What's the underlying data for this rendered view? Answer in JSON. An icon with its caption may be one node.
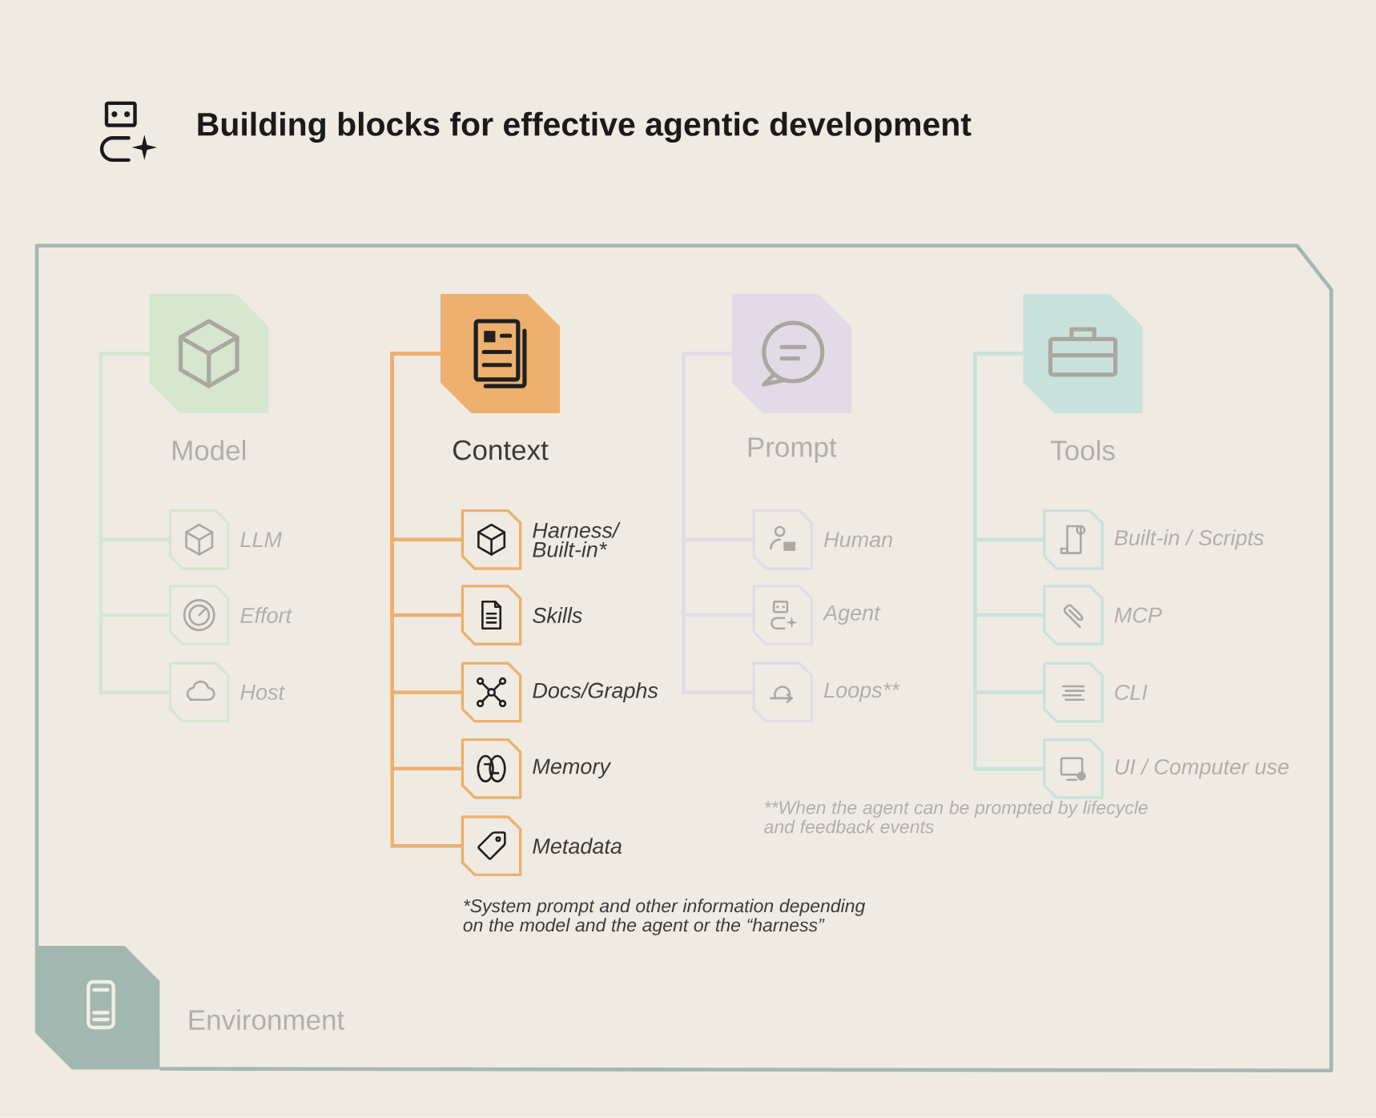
{
  "diagram": {
    "title": "Building blocks for effective agentic development",
    "nodes": [
      {
        "text": [
          "Environment"
        ]
      },
      {
        "text": [
          "Model"
        ],
        "in": 0
      },
      {
        "text": [
          "LLM"
        ],
        "in": 0
      },
      {
        "text": [
          "Effort"
        ],
        "in": 0
      },
      {
        "text": [
          "Host"
        ],
        "in": 0
      },
      {
        "text": [
          "Context"
        ],
        "in": 0
      },
      {
        "text": [
          "Harness/ Built-in*"
        ],
        "in": 0
      },
      {
        "text": [
          "Skills"
        ],
        "in": 0
      },
      {
        "text": [
          "Docs/Graphs"
        ],
        "in": 0
      },
      {
        "text": [
          "Memory"
        ],
        "in": 0
      },
      {
        "text": [
          "Metadata"
        ],
        "in": 0
      },
      {
        "text": [
          "Prompt"
        ],
        "in": 0
      },
      {
        "text": [
          "Human"
        ],
        "in": 0
      },
      {
        "text": [
          "Agent"
        ],
        "in": 0
      },
      {
        "text": [
          "Loops**"
        ],
        "in": 0
      },
      {
        "text": [
          "Tools"
        ],
        "in": 0
      },
      {
        "text": [
          "Built-in / Scripts"
        ],
        "in": 0
      },
      {
        "text": [
          "MCP"
        ],
        "in": 0
      },
      {
        "text": [
          "CLI"
        ],
        "in": 0
      },
      {
        "text": [
          "UI / Computer use"
        ],
        "in": 0
      }
    ],
    "edges": [
      {
        "from": 1,
        "to": 2,
        "arrow": "none",
        "color": "#d6e6cf"
      },
      {
        "from": 1,
        "to": 3,
        "arrow": "none",
        "color": "#d6e6cf"
      },
      {
        "from": 1,
        "to": 4,
        "arrow": "none",
        "color": "#d6e6cf"
      },
      {
        "from": 5,
        "to": 6,
        "arrow": "none",
        "color": "#edb06f"
      },
      {
        "from": 5,
        "to": 7,
        "arrow": "none",
        "color": "#edb06f"
      },
      {
        "from": 5,
        "to": 8,
        "arrow": "none",
        "color": "#edb06f"
      },
      {
        "from": 5,
        "to": 9,
        "arrow": "none",
        "color": "#edb06f"
      },
      {
        "from": 5,
        "to": 10,
        "arrow": "none",
        "color": "#edb06f"
      },
      {
        "from": 11,
        "to": 12,
        "arrow": "none",
        "color": "#e2dbe7"
      },
      {
        "from": 11,
        "to": 13,
        "arrow": "none",
        "color": "#e2dbe7"
      },
      {
        "from": 11,
        "to": 14,
        "arrow": "none",
        "color": "#e2dbe7"
      },
      {
        "from": 15,
        "to": 16,
        "arrow": "none",
        "color": "#c9e2dc"
      },
      {
        "from": 15,
        "to": 17,
        "arrow": "none",
        "color": "#c9e2dc"
      },
      {
        "from": 15,
        "to": 18,
        "arrow": "none",
        "color": "#c9e2dc"
      },
      {
        "from": 15,
        "to": 19,
        "arrow": "none",
        "color": "#c9e2dc"
      }
    ],
    "labels": [
      "**When the agent can be prompted by lifecycle and feedback events",
      "*System prompt and other information depending on the model and the agent or the “harness”"
    ]
  }
}
